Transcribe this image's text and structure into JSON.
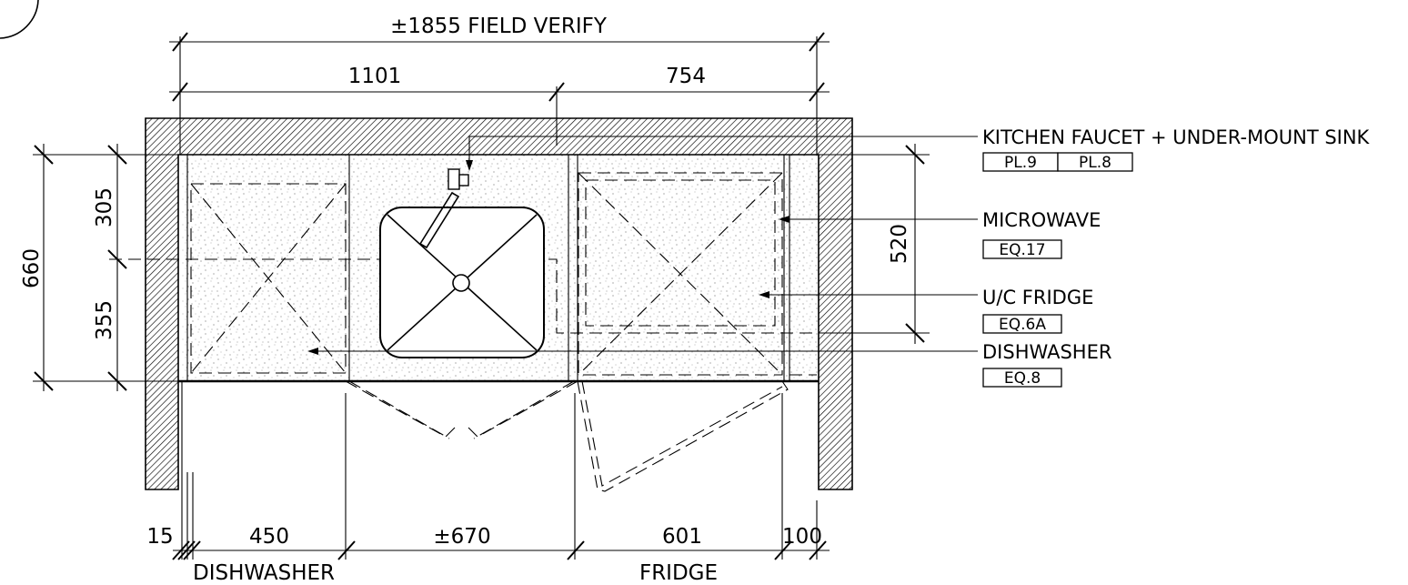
{
  "dimensions": {
    "overall": "±1855 FIELD VERIFY",
    "top_left": "1101",
    "top_right": "754",
    "depth_total": "660",
    "depth_upper": "305",
    "depth_lower": "355",
    "fridge_depth": "520",
    "bottom_15": "15",
    "bottom_450": "450",
    "bottom_670": "±670",
    "bottom_601": "601",
    "bottom_100": "100"
  },
  "bottom_labels": {
    "dishwasher": "DISHWASHER",
    "fridge": "FRIDGE"
  },
  "callouts": [
    {
      "label": "KITCHEN FAUCET + UNDER-MOUNT SINK",
      "tags": [
        "PL.9",
        "PL.8"
      ]
    },
    {
      "label": "MICROWAVE",
      "tags": [
        "EQ.17"
      ]
    },
    {
      "label": "U/C FRIDGE",
      "tags": [
        "EQ.6A"
      ]
    },
    {
      "label": "DISHWASHER",
      "tags": [
        "EQ.8"
      ]
    }
  ]
}
